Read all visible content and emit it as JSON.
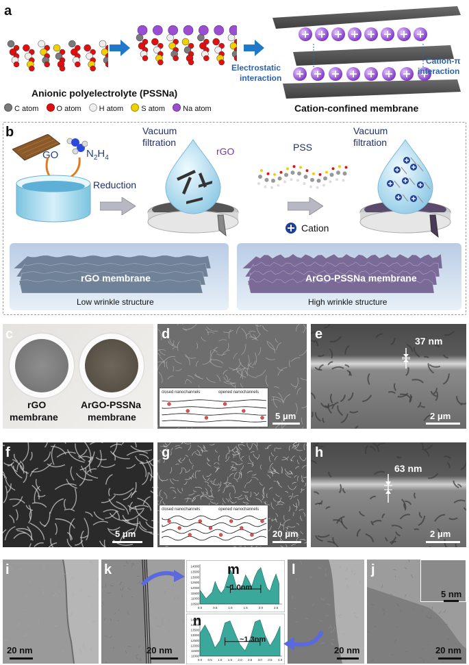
{
  "panel_a": {
    "letter": "a",
    "polyelectrolyte_label": "Anionic polyelectrolyte (PSSNa)",
    "membrane_label": "Cation-confined membrane",
    "electrostatic_label_line1": "Electrostatic",
    "electrostatic_label_line2": "interaction",
    "cation_pi_label_line1": "Cation-π",
    "cation_pi_label_line2": "interaction",
    "legend": [
      {
        "label": "C atom",
        "color": "#7a7a7a"
      },
      {
        "label": "O atom",
        "color": "#e01010"
      },
      {
        "label": "H atom",
        "color": "#eeeeee"
      },
      {
        "label": "S atom",
        "color": "#f0d000"
      },
      {
        "label": "Na atom",
        "color": "#9a4fd0"
      }
    ],
    "colors": {
      "arrow": "#1f78c8",
      "label_blue": "#2a62b0"
    }
  },
  "panel_b": {
    "letter": "b",
    "go_label": "GO",
    "n2h4_label_main": "N",
    "n2h4_sub1": "2",
    "n2h4_mid": "H",
    "n2h4_sub2": "4",
    "reduction_label": "Reduction",
    "vacuum_label_line1": "Vacuum",
    "vacuum_label_line2": "filtration",
    "rgo_label": "rGO",
    "pss_label": "PSS",
    "vacuum2_label_line1": "Vacuum",
    "vacuum2_label_line2": "filtration",
    "cation_label": "Cation",
    "rgo_membrane_label": "rGO membrane",
    "rgo_membrane_caption": "Low wrinkle structure",
    "argo_membrane_label": "ArGO-PSSNa membrane",
    "argo_membrane_caption": "High wrinkle structure"
  },
  "panel_c": {
    "letter": "c",
    "left_label_line1": "rGO",
    "left_label_line2": "membrane",
    "right_label_line1": "ArGO-PSSNa",
    "right_label_line2": "membrane"
  },
  "panel_d": {
    "letter": "d",
    "closed_label": "closed nanochannels",
    "opened_label": "opened nanochannels",
    "scale": "5 μm"
  },
  "panel_e": {
    "letter": "e",
    "thickness": "37 nm",
    "scale": "2 μm"
  },
  "panel_f": {
    "letter": "f",
    "scale": "5 μm"
  },
  "panel_g": {
    "letter": "g",
    "closed_label": "closed nanochannels",
    "opened_label": "opened nanochannels",
    "scale": "20 μm"
  },
  "panel_h": {
    "letter": "h",
    "thickness": "63 nm",
    "scale": "2 μm"
  },
  "panel_i": {
    "letter": "i",
    "scale": "20 nm"
  },
  "panel_k": {
    "letter": "k",
    "scale": "20 nm"
  },
  "panel_m": {
    "letter": "m",
    "spacing": "~1.0nm"
  },
  "panel_n": {
    "letter": "n",
    "spacing": "~1.3nm"
  },
  "panel_l": {
    "letter": "l",
    "scale": "20 nm"
  },
  "panel_j": {
    "letter": "j",
    "scale": "20 nm",
    "inset_scale": "5 nm"
  },
  "chart_data": [
    {
      "type": "area",
      "panel": "m",
      "x": [
        0.0,
        0.2,
        0.4,
        0.5,
        0.6,
        0.7,
        0.8,
        0.9,
        1.0,
        1.1,
        1.2,
        1.3,
        1.4,
        1.5,
        1.6,
        1.7,
        1.8,
        1.9,
        2.0,
        2.1,
        2.2,
        2.3,
        2.4,
        2.5,
        2.6
      ],
      "y": [
        11800,
        11000,
        11600,
        12600,
        11900,
        11500,
        11900,
        12800,
        13700,
        13100,
        12100,
        11800,
        12300,
        13200,
        12700,
        12100,
        13000,
        13600,
        13900,
        12900,
        12000,
        11700,
        12600,
        13300,
        12400
      ],
      "xticks": [
        "0.0",
        "0.5",
        "1.0",
        "1.5",
        "2.0",
        "2.5"
      ],
      "yticks": [
        "10500",
        "11000",
        "11500",
        "12000",
        "12500",
        "13000",
        "13500",
        "14000"
      ],
      "xlim": [
        0,
        2.7
      ],
      "ylim": [
        10500,
        14200
      ]
    },
    {
      "type": "area",
      "panel": "n",
      "x": [
        0.0,
        0.25,
        0.5,
        0.75,
        1.0,
        1.25,
        1.5,
        1.75,
        2.0,
        2.25,
        2.5,
        2.75,
        3.0,
        3.25,
        3.5,
        3.75,
        4.0
      ],
      "y": [
        13200,
        14000,
        13100,
        11800,
        12500,
        14200,
        14400,
        13200,
        12100,
        11500,
        12600,
        14300,
        14500,
        13000,
        12000,
        12800,
        13900
      ],
      "xticks": [
        "0.0",
        "0.5",
        "1.0",
        "1.5",
        "2.0",
        "2.5",
        "3.0",
        "3.5",
        "4.0"
      ],
      "yticks": [
        "11000",
        "11500",
        "12000",
        "12500",
        "13000",
        "13500",
        "14000",
        "14500"
      ],
      "xlim": [
        0,
        4.1
      ],
      "ylim": [
        11000,
        14700
      ]
    }
  ]
}
